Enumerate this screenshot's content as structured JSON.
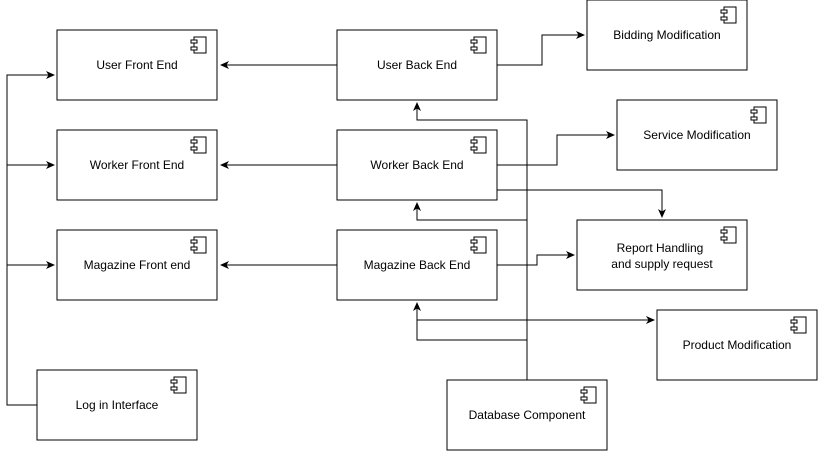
{
  "colors": {
    "stroke": "#000000",
    "fill": "#ffffff",
    "text": "#000000"
  },
  "icon": "component-icon",
  "components": {
    "user_front_end": "User Front End",
    "worker_front_end": "Worker Front End",
    "magazine_front_end": "Magazine Front end",
    "login_interface": "Log in Interface",
    "user_back_end": "User Back End",
    "worker_back_end": "Worker Back End",
    "magazine_back_end": "Magazine Back End",
    "database_component": "Database Component",
    "bidding_modification": "Bidding Modification",
    "service_modification": "Service Modification",
    "report_handling_line1": "Report Handling",
    "report_handling_line2": "and supply request",
    "product_modification": "Product Modification"
  }
}
